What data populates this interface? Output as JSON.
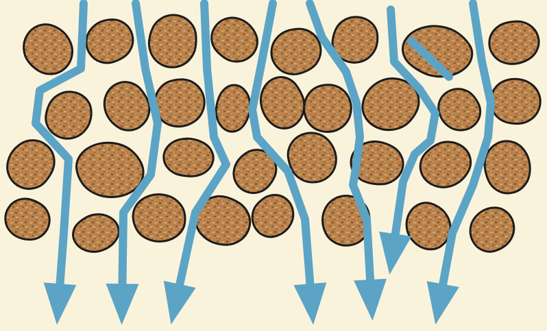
{
  "diagram": {
    "subject": "water-percolating-between-soil-particles",
    "colors": {
      "background": "#faf3dc",
      "particle_fill": "#b9824c",
      "particle_texture_light": "#d6a86f",
      "particle_texture_dark": "#8a5a2e",
      "particle_outline": "#1b1b1b",
      "water": "#5ba4c6"
    },
    "particle_count": 33,
    "flow_path_count": 8,
    "arrowhead_count": 7,
    "text_labels": []
  }
}
